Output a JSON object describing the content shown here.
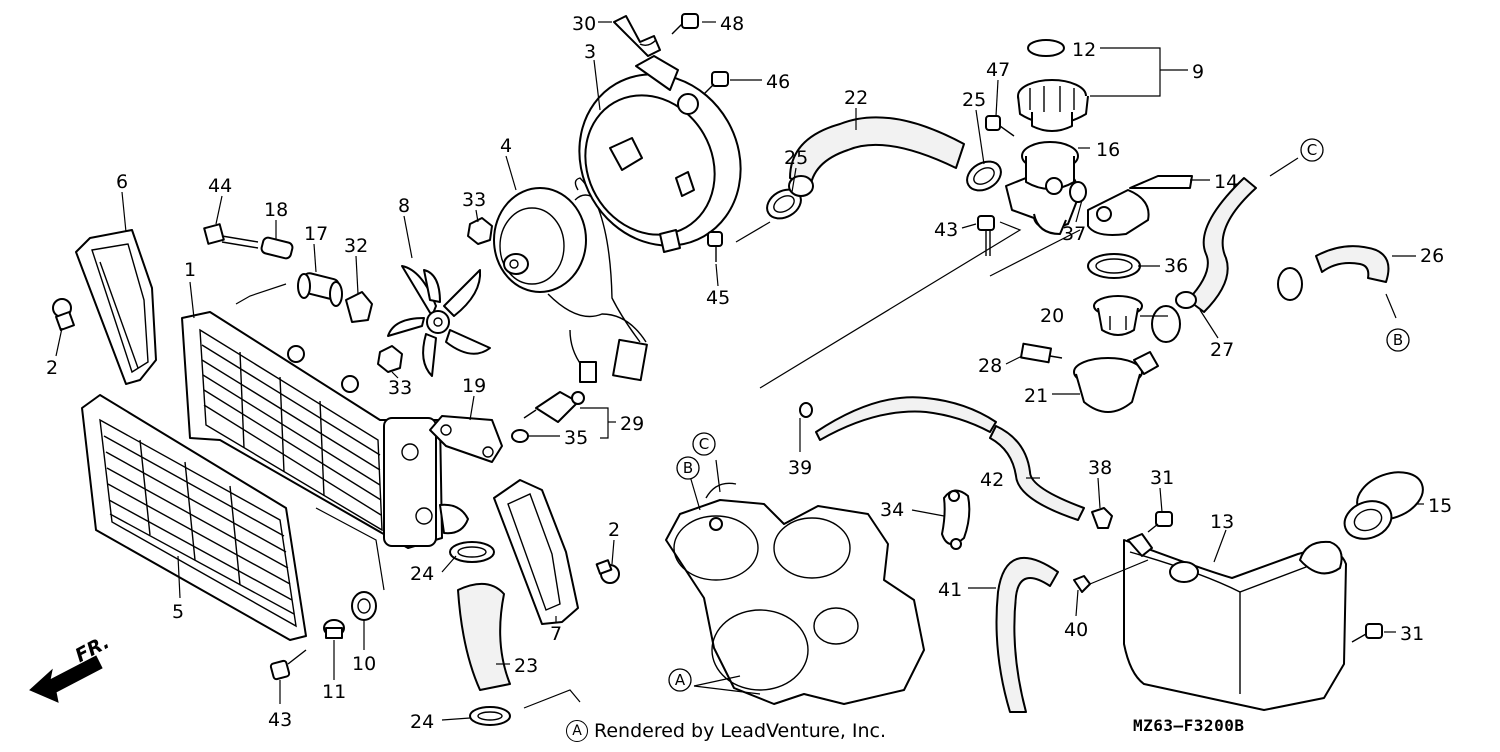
{
  "diagram": {
    "drawing_code": "MZ63—F3200B",
    "credit_marker": "A",
    "credit_text": "Rendered by LeadVenture, Inc.",
    "direction_label": "FR.",
    "connector_labels": [
      {
        "id": "c1",
        "text": "C"
      },
      {
        "id": "b1",
        "text": "B"
      },
      {
        "id": "c2",
        "text": "C"
      },
      {
        "id": "b2",
        "text": "B"
      },
      {
        "id": "a1",
        "text": "A"
      }
    ],
    "callouts": [
      {
        "id": "p30",
        "text": "30"
      },
      {
        "id": "p48",
        "text": "48"
      },
      {
        "id": "p3",
        "text": "3"
      },
      {
        "id": "p46",
        "text": "46"
      },
      {
        "id": "p12",
        "text": "12"
      },
      {
        "id": "p9",
        "text": "9"
      },
      {
        "id": "p47",
        "text": "47"
      },
      {
        "id": "p22",
        "text": "22"
      },
      {
        "id": "p25a",
        "text": "25"
      },
      {
        "id": "p25b",
        "text": "25"
      },
      {
        "id": "p16",
        "text": "16"
      },
      {
        "id": "p14",
        "text": "14"
      },
      {
        "id": "p4",
        "text": "4"
      },
      {
        "id": "p6",
        "text": "6"
      },
      {
        "id": "p44",
        "text": "44"
      },
      {
        "id": "p18",
        "text": "18"
      },
      {
        "id": "p17",
        "text": "17"
      },
      {
        "id": "p32",
        "text": "32"
      },
      {
        "id": "p8",
        "text": "8"
      },
      {
        "id": "p33a",
        "text": "33"
      },
      {
        "id": "p43a",
        "text": "43"
      },
      {
        "id": "p37",
        "text": "37"
      },
      {
        "id": "p26",
        "text": "26"
      },
      {
        "id": "p45",
        "text": "45"
      },
      {
        "id": "p36",
        "text": "36"
      },
      {
        "id": "p1",
        "text": "1"
      },
      {
        "id": "p2a",
        "text": "2"
      },
      {
        "id": "p20",
        "text": "20"
      },
      {
        "id": "p27",
        "text": "27"
      },
      {
        "id": "p33b",
        "text": "33"
      },
      {
        "id": "p28",
        "text": "28"
      },
      {
        "id": "p21",
        "text": "21"
      },
      {
        "id": "p19",
        "text": "19"
      },
      {
        "id": "p29",
        "text": "29"
      },
      {
        "id": "p35",
        "text": "35"
      },
      {
        "id": "p39",
        "text": "39"
      },
      {
        "id": "p38",
        "text": "38"
      },
      {
        "id": "p31a",
        "text": "31"
      },
      {
        "id": "p42",
        "text": "42"
      },
      {
        "id": "p34",
        "text": "34"
      },
      {
        "id": "p13",
        "text": "13"
      },
      {
        "id": "p15",
        "text": "15"
      },
      {
        "id": "p2b",
        "text": "2"
      },
      {
        "id": "p24a",
        "text": "24"
      },
      {
        "id": "p5",
        "text": "5"
      },
      {
        "id": "p41",
        "text": "41"
      },
      {
        "id": "p40",
        "text": "40"
      },
      {
        "id": "p10",
        "text": "10"
      },
      {
        "id": "p11",
        "text": "11"
      },
      {
        "id": "p23",
        "text": "23"
      },
      {
        "id": "p7",
        "text": "7"
      },
      {
        "id": "p31b",
        "text": "31"
      },
      {
        "id": "p43b",
        "text": "43"
      },
      {
        "id": "p24b",
        "text": "24"
      }
    ]
  }
}
